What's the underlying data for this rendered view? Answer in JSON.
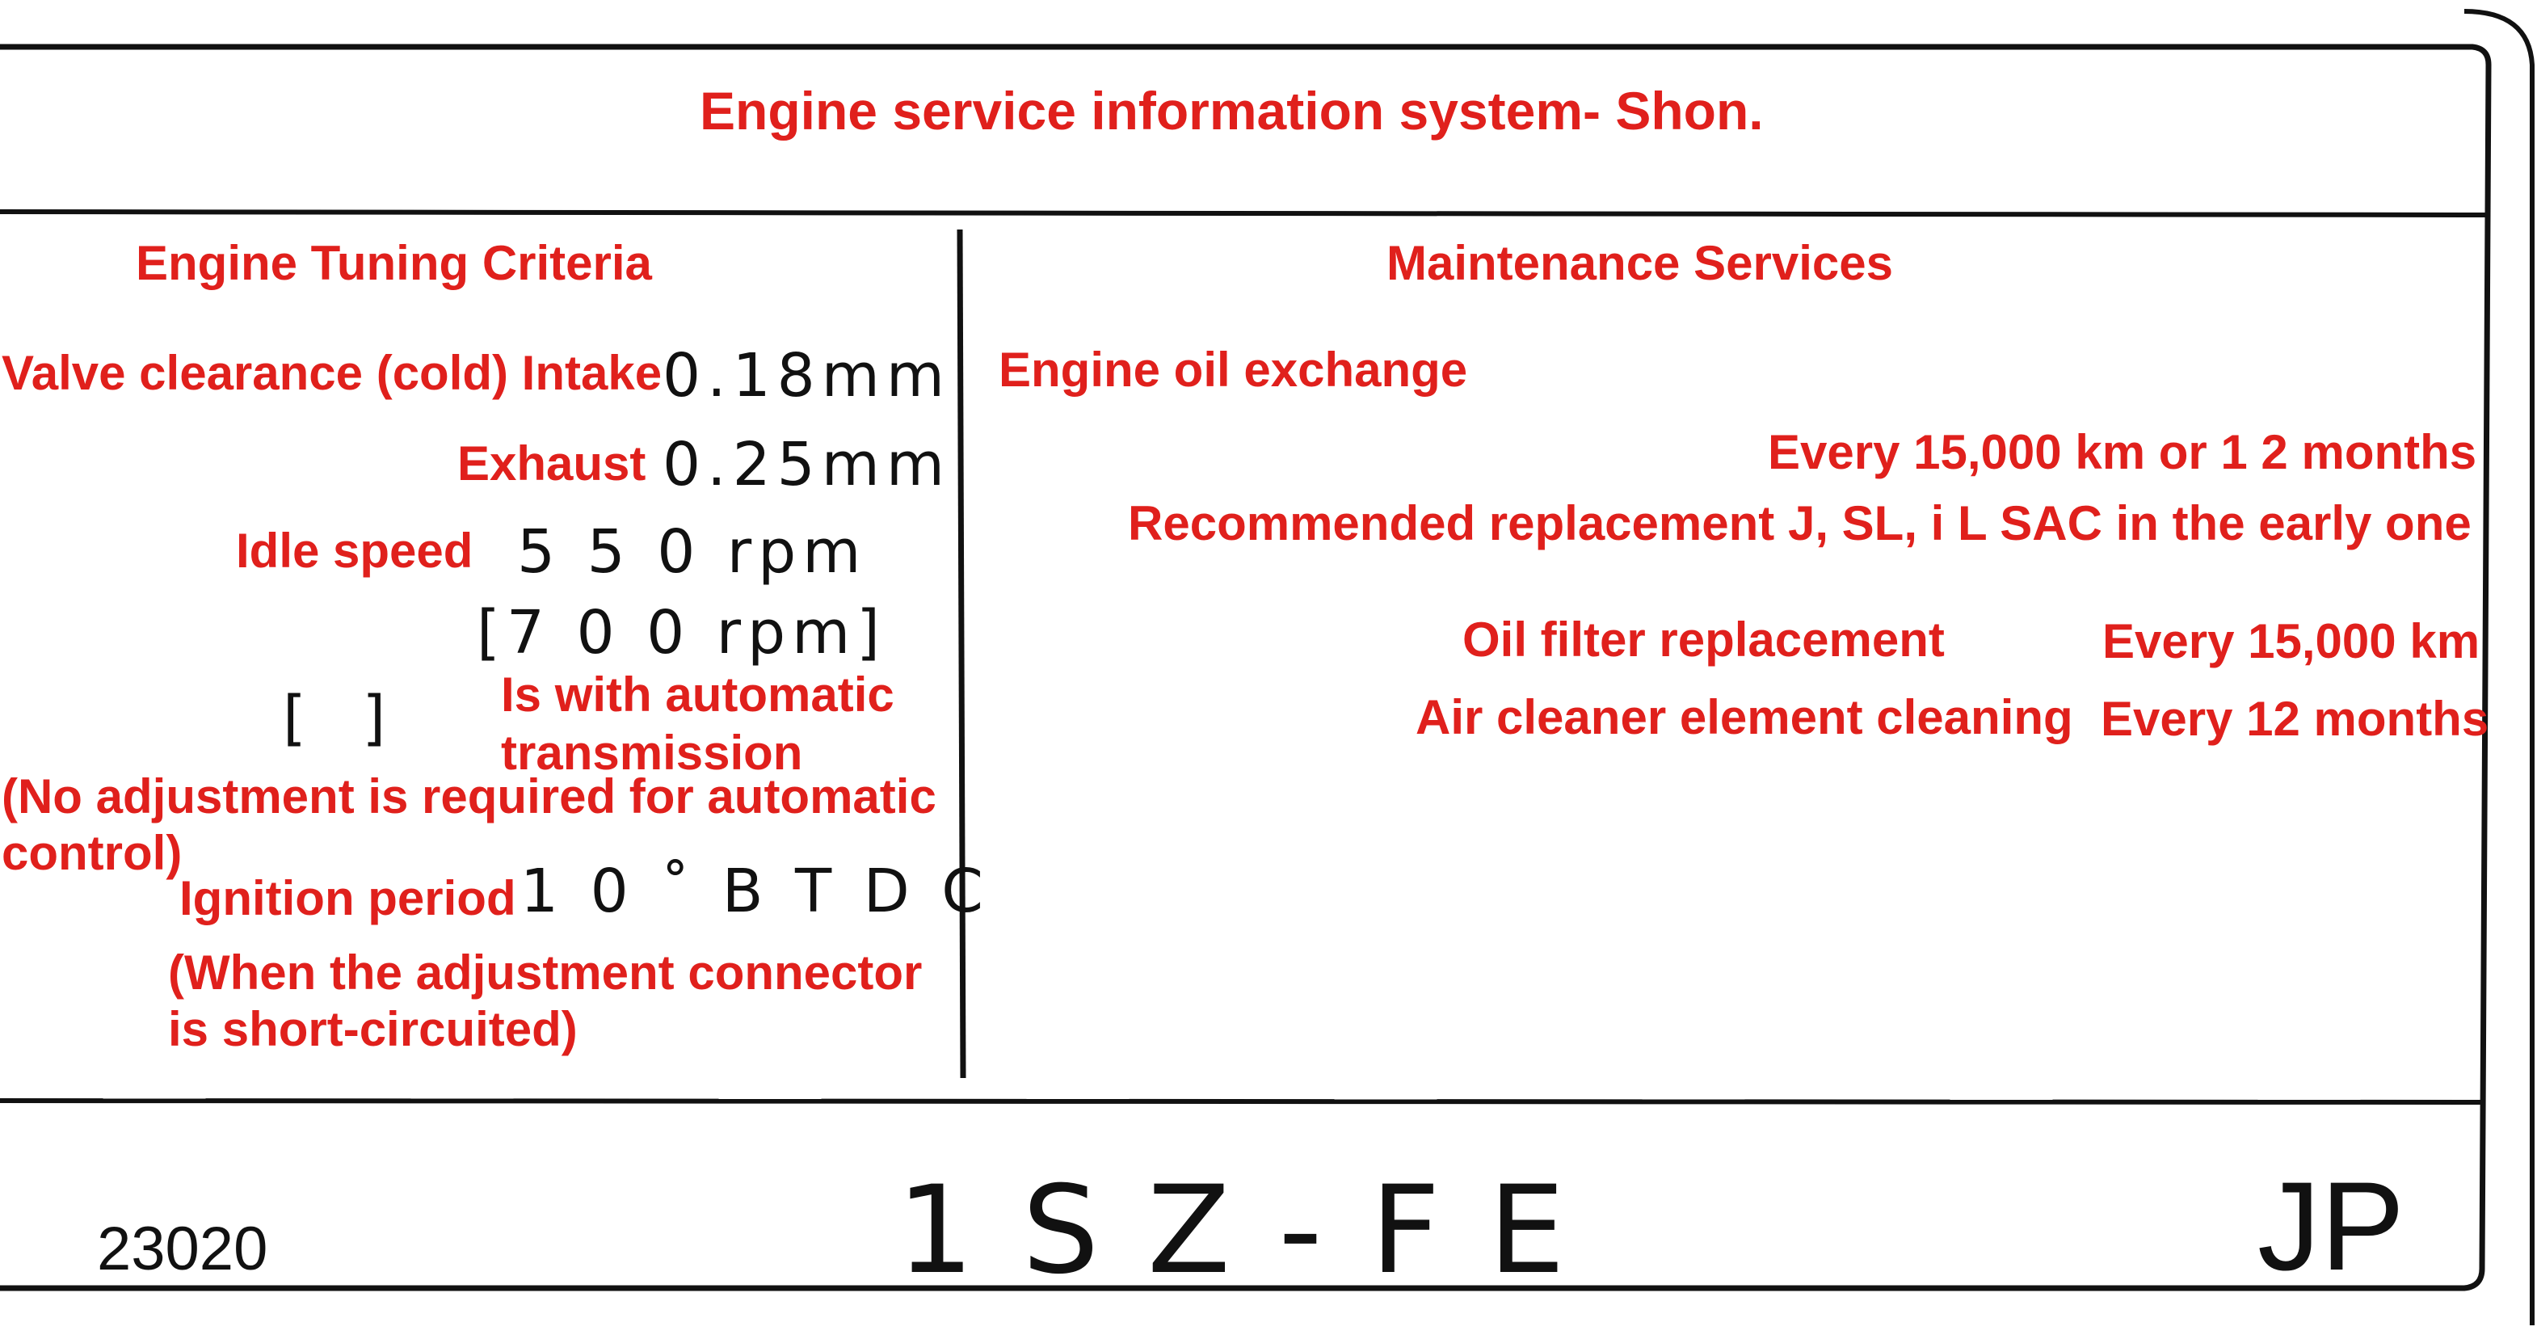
{
  "header": {
    "title": "Engine service information system- Shon."
  },
  "left": {
    "heading": "Engine Tuning Criteria",
    "valve_label": "Valve clearance (cold) Intake",
    "valve_intake_value": "0.18mm",
    "exhaust_label": "Exhaust",
    "exhaust_value": "0.25mm",
    "idle_label": "Idle speed",
    "idle_value": "5 5 0 rpm",
    "idle_at_value": "[7 0 0 rpm]",
    "bracket_symbol": "[ ]",
    "at_note_line1": "Is with automatic",
    "at_note_line2": "transmission",
    "no_adjust_line1": "(No adjustment is required for automatic",
    "no_adjust_line2": "control)",
    "ignition_label": "Ignition period",
    "ignition_value": "1 0 ˚ B T D C",
    "connector_line1": "(When the adjustment connector",
    "connector_line2": "is short-circuited)"
  },
  "right": {
    "heading": "Maintenance Services",
    "oil_exchange": "Engine oil exchange",
    "oil_interval": "Every 15,000 km or 1 2 months",
    "recommended": "Recommended replacement J, SL, i L SAC in the early one",
    "filter_label": "Oil filter replacement",
    "filter_interval": "Every 15,000 km",
    "air_label": "Air cleaner element cleaning",
    "air_interval": "Every 12 months"
  },
  "footer": {
    "part_number": "23020",
    "engine_code": "1 S Z - F E",
    "region": "JP"
  },
  "colors": {
    "accent": "#e0201c",
    "ink": "#111111"
  }
}
